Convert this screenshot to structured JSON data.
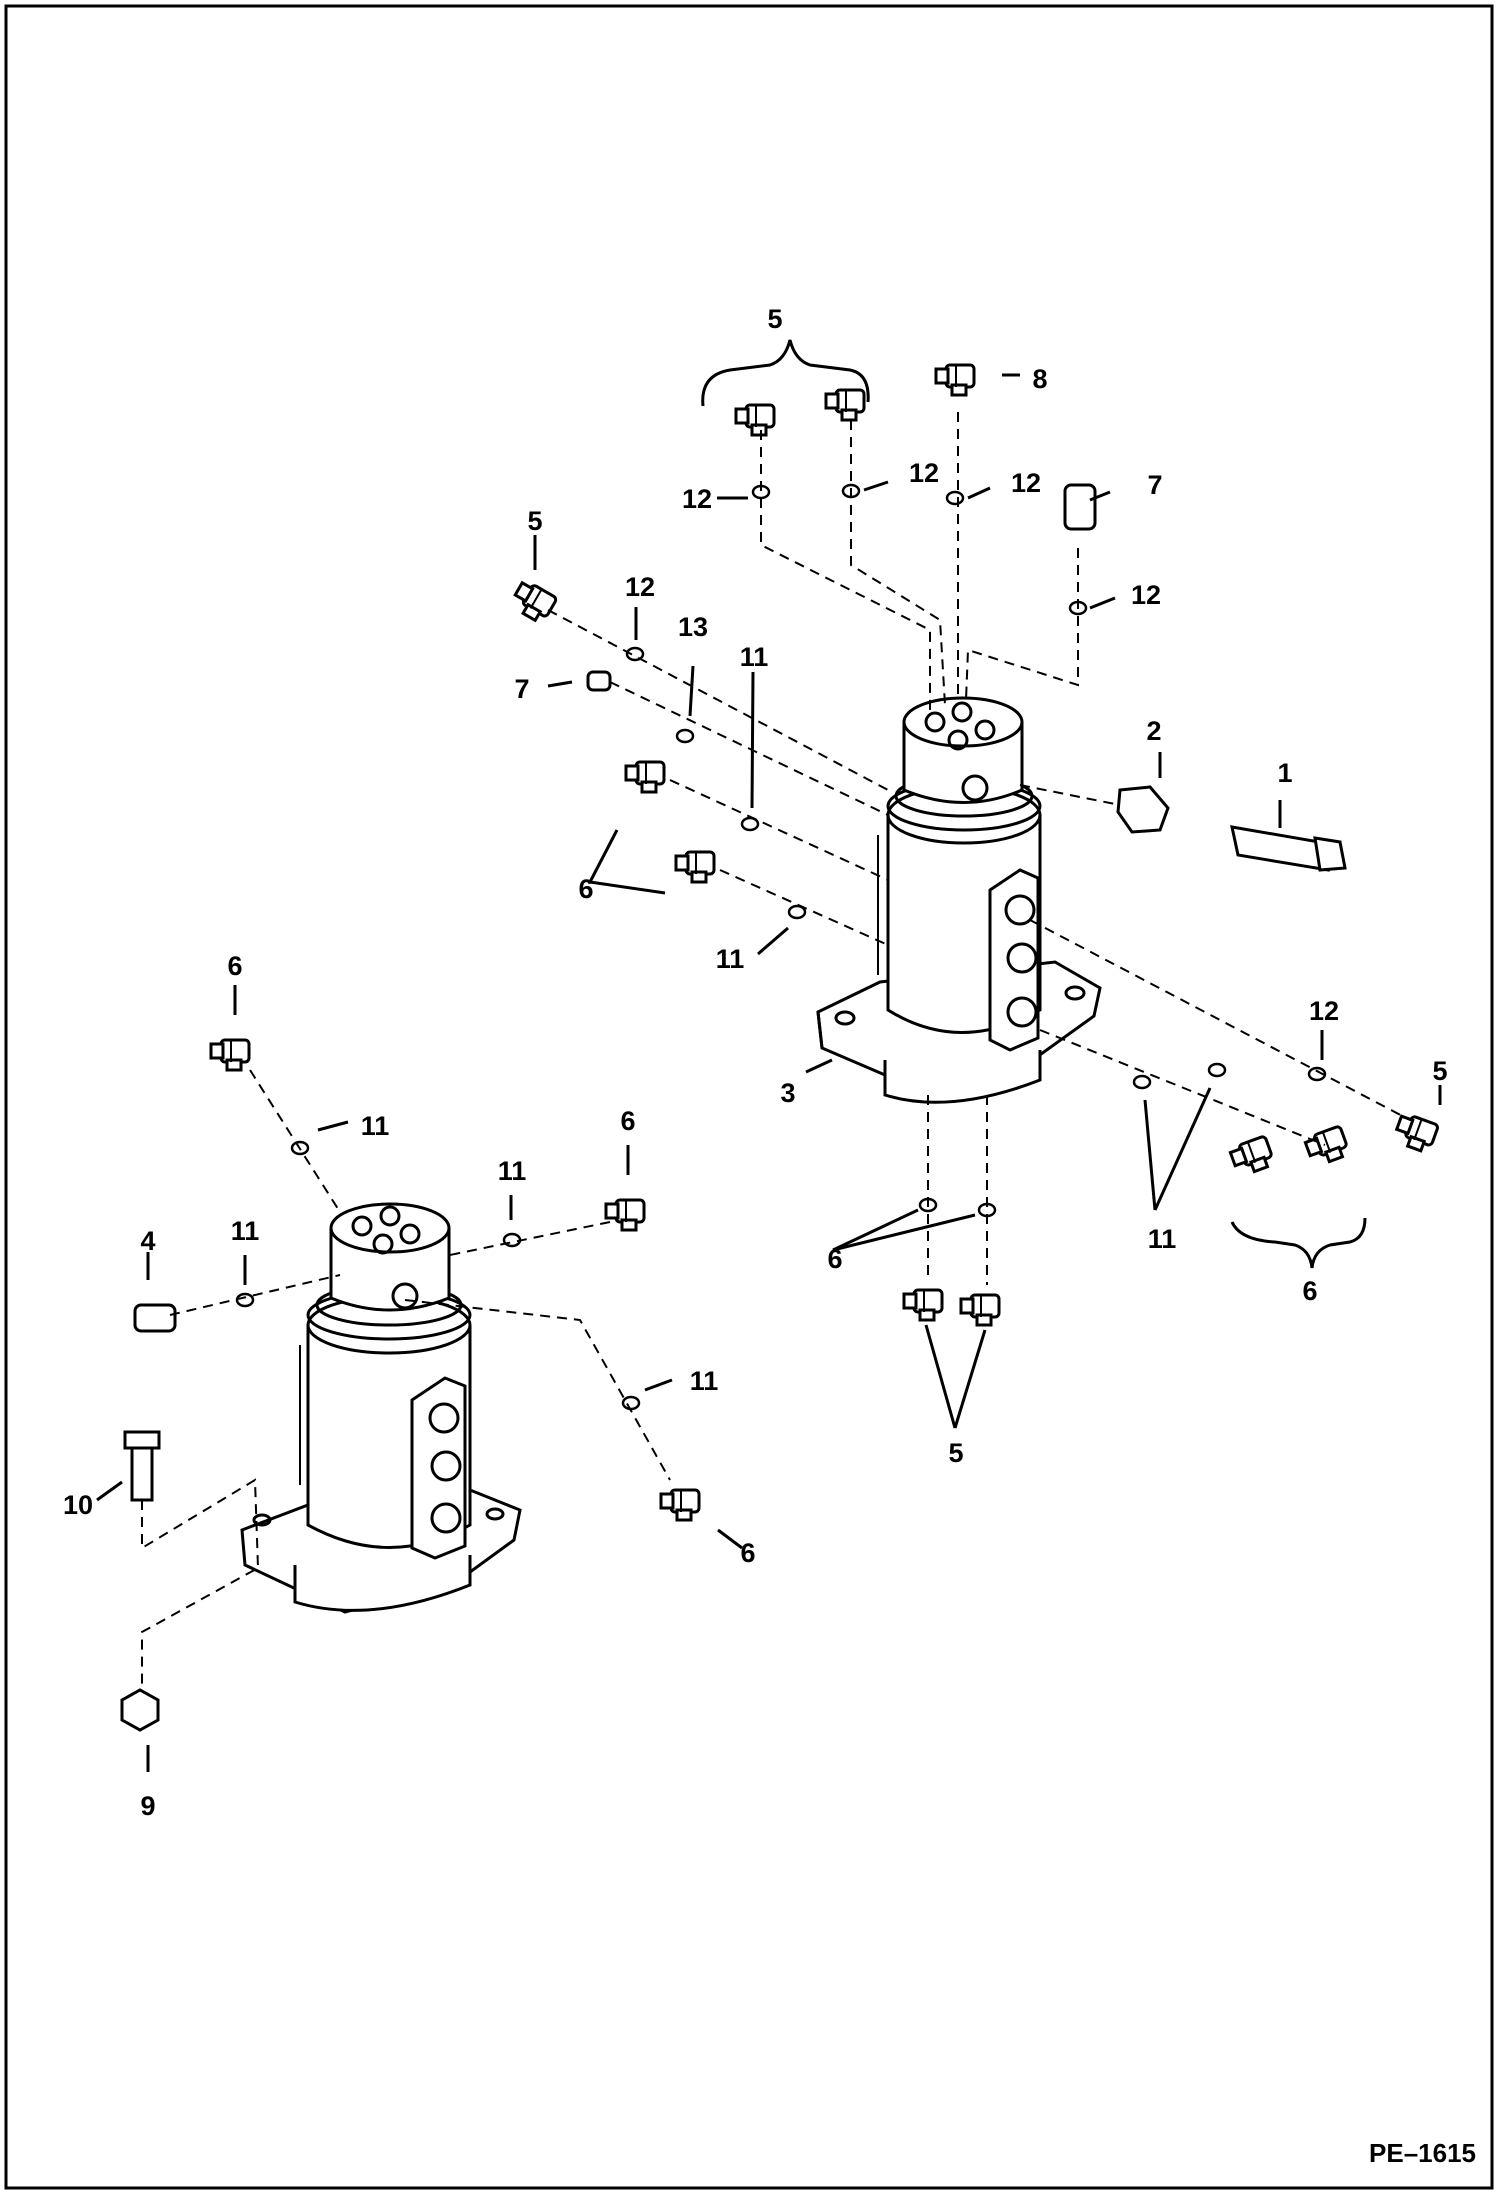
{
  "drawing_number": "PE–1615",
  "callouts": {
    "a1": "1",
    "a2": "2",
    "a3": "3",
    "a4": "4",
    "a5_top": "5",
    "a5_left": "5",
    "a5_right": "5",
    "a5_bottom": "5",
    "a6_cluster": "6",
    "a6_left": "6",
    "a6_lower": "6",
    "a6_right": "6",
    "a6_bottom": "6",
    "a6_lowerright": "6",
    "a7_left": "7",
    "a7_right": "7",
    "a8": "8",
    "a9": "9",
    "a10": "10",
    "a11_a": "11",
    "a11_b": "11",
    "a11_c": "11",
    "a11_d": "11",
    "a11_e": "11",
    "a11_f": "11",
    "a11_g": "11",
    "a12_a": "12",
    "a12_b": "12",
    "a12_c": "12",
    "a12_d": "12",
    "a12_e": "12",
    "a12_f": "12",
    "a13": "13"
  }
}
